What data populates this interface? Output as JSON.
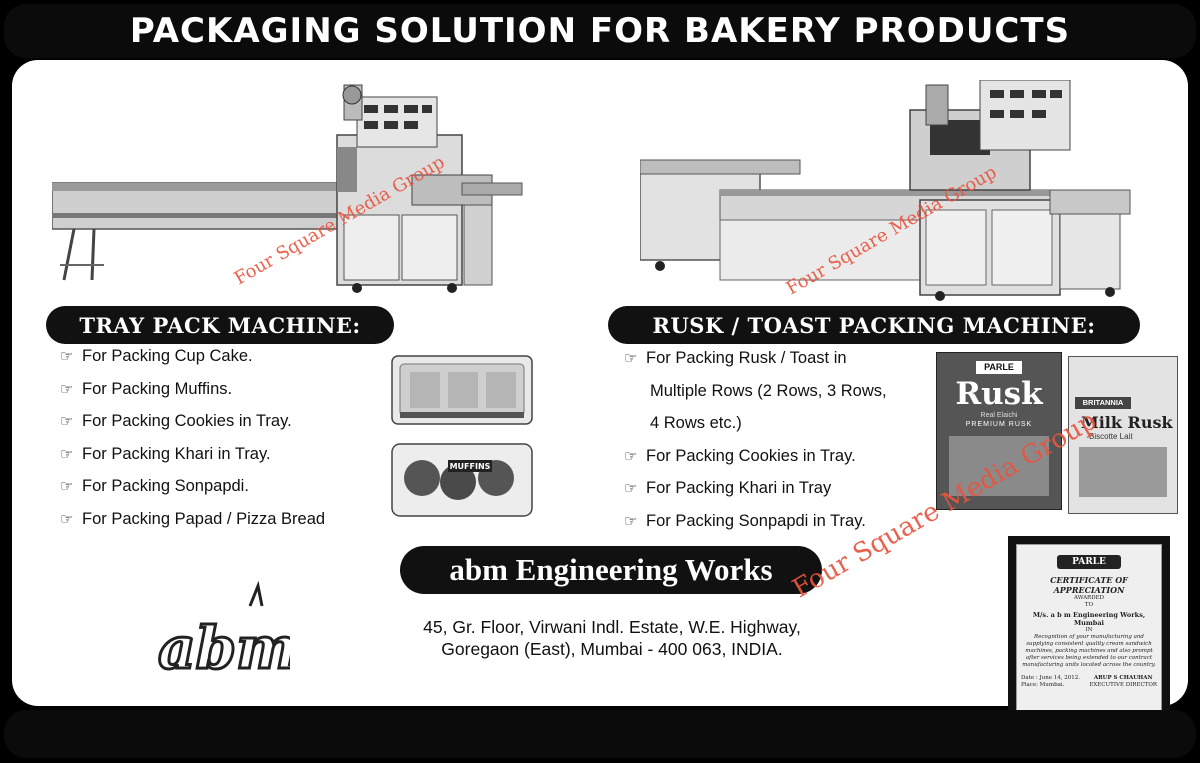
{
  "header": {
    "title": "PACKAGING SOLUTION FOR BAKERY PRODUCTS"
  },
  "watermark": "Four Square Media Group",
  "left_section": {
    "title": "TRAY PACK MACHINE:",
    "items": [
      "For Packing Cup Cake.",
      "For Packing Muffins.",
      "For Packing Cookies in Tray.",
      "For Packing Khari in Tray.",
      "For Packing Sonpapdi.",
      "For Packing Papad / Pizza Bread"
    ]
  },
  "right_section": {
    "title": "RUSK / TOAST PACKING MACHINE:",
    "items": [
      "For Packing Rusk / Toast in",
      "Multiple Rows (2 Rows, 3 Rows,",
      "4 Rows etc.)",
      "For Packing Cookies in Tray.",
      "For Packing Khari in Tray",
      "For Packing Sonpapdi in Tray."
    ]
  },
  "company": {
    "name": "abm Engineering Works",
    "address_line1": "45, Gr. Floor, Virwani Indl. Estate, W.E. Highway,",
    "address_line2": "Goregaon (East), Mumbai - 400 063, INDIA.",
    "logo_text": "abm"
  },
  "products": {
    "muffins_label": "MUFFINS",
    "rusk_brand": "PARLE",
    "rusk_name": "Rusk",
    "rusk_tag": "Real Elaichi",
    "rusk_sub": "PREMIUM RUSK",
    "milk_brand": "BRITANNIA",
    "milk_name": "Milk Rusk",
    "milk_sub": "Biscotte Lait"
  },
  "certificate": {
    "brand": "PARLE",
    "title": "CERTIFICATE OF APPRECIATION",
    "awarded": "AWARDED",
    "to": "TO",
    "recipient": "M/s. a b m Engineering Works, Mumbai",
    "in": "IN",
    "body": "Recognition of your manufacturing and supplying consistent quality cream sandwich machines, packing machines and also prompt after services being extended to our contract manufacturing units located across the country.",
    "date": "Date : June 14, 2012.",
    "place": "Place: Mumbai.",
    "signatory": "ARUP S CHAUHAN",
    "signatory_title": "EXECUTIVE DIRECTOR"
  },
  "colors": {
    "background": "#000000",
    "panel": "#ffffff",
    "watermark": "#e8553f"
  },
  "icons": {
    "bullet": "pointing-hand-icon"
  }
}
